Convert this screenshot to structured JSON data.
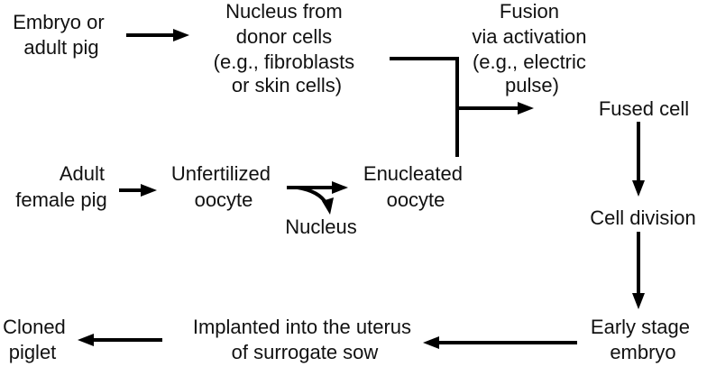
{
  "nodes": {
    "embryo_or_adult_pig": [
      "Embryo or",
      "adult pig"
    ],
    "nucleus_from_donor_cells": [
      "Nucleus from",
      "donor cells",
      "(e.g., fibroblasts",
      "or skin cells)"
    ],
    "fusion_via_activation": [
      "Fusion",
      "via activation",
      "(e.g., electric",
      "pulse)"
    ],
    "fused_cell": [
      "Fused cell"
    ],
    "adult_female_pig": [
      "Adult",
      "female pig"
    ],
    "unfertilized_oocyte": [
      "Unfertilized",
      "oocyte"
    ],
    "enucleated_oocyte": [
      "Enucleated",
      "oocyte"
    ],
    "nucleus": [
      "Nucleus"
    ],
    "cell_division": [
      "Cell division"
    ],
    "cloned_piglet": [
      "Cloned",
      "piglet"
    ],
    "implanted_into_uterus": [
      "Implanted into the uterus",
      "of surrogate sow"
    ],
    "early_stage_embryo": [
      "Early stage",
      "embryo"
    ]
  },
  "colors": {
    "ink": "#000000",
    "text": "#111111",
    "background": "#ffffff"
  }
}
